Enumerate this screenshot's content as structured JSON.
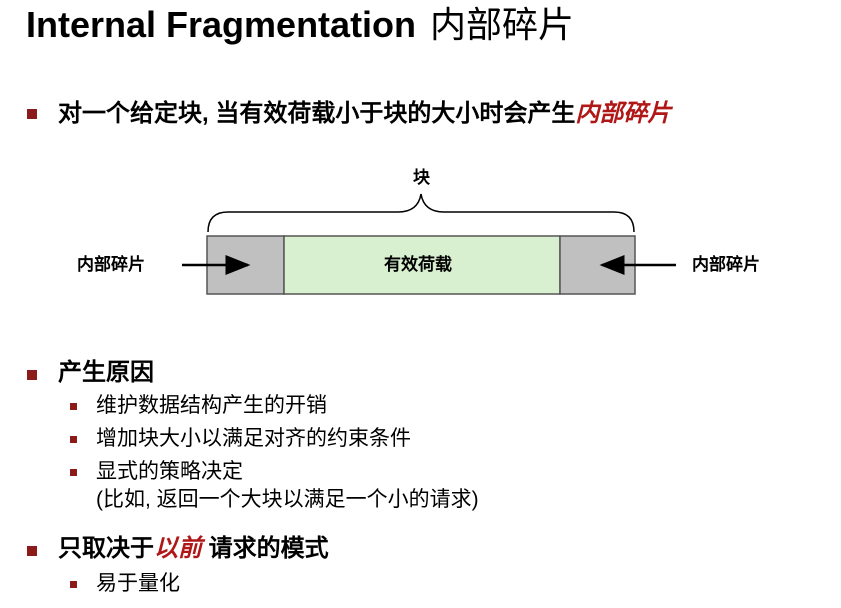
{
  "title": {
    "en": "Internal Fragmentation",
    "cn": "内部碎片"
  },
  "bullet1": {
    "text": "对一个给定块, 当有效荷载小于块的大小时会产生",
    "emphasis": "内部碎片"
  },
  "diagram": {
    "block_label": "块",
    "payload_label": "有效荷载",
    "left_label": "内部碎片",
    "right_label": "内部碎片",
    "colors": {
      "padding": "#c0c0c0",
      "payload": "#d8f0d0",
      "border": "#555555"
    }
  },
  "bullet2": {
    "text": "产生原因",
    "sub": [
      "维护数据结构产生的开销",
      "增加块大小以满足对齐的约束条件",
      "显式的策略决定",
      "(比如, 返回一个大块以满足一个小的请求)"
    ]
  },
  "bullet3": {
    "prefix": "只取决于",
    "emphasis": "以前",
    "suffix": " 请求的模式",
    "sub": [
      "易于量化"
    ]
  },
  "colors": {
    "bullet": "#8b1a1a",
    "accent": "#b01818"
  }
}
